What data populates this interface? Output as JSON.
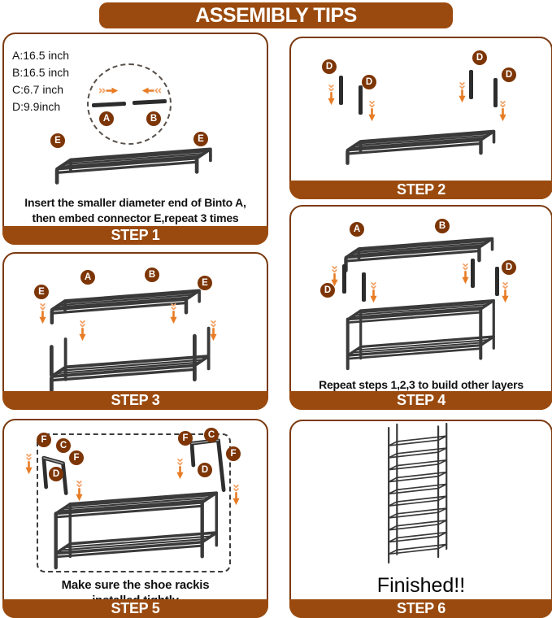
{
  "title": "ASSEMIBLY TIPS",
  "colors": {
    "bar_brown": "#9a4a0e",
    "border_brown": "#7b3a10",
    "badge_brown": "#7d3506",
    "arrow_orange": "#e87c25"
  },
  "letters": {
    "a": "A",
    "b": "B",
    "c": "C",
    "d": "D",
    "e": "E",
    "f": "F"
  },
  "dims": {
    "a": "A:16.5 inch",
    "b": "B:16.5 inch",
    "c": "C:6.7 inch",
    "d": "D:9.9inch"
  },
  "steps": {
    "step1": {
      "label": "STEP 1",
      "cap1": "Insert the smaller diameter end of Binto A,",
      "cap2": "then embed connector E,repeat 3 times"
    },
    "step2": {
      "label": "STEP 2"
    },
    "step3": {
      "label": "STEP 3"
    },
    "step4": {
      "label": "STEP 4",
      "cap": "Repeat steps 1,2,3 to build other layers"
    },
    "step5": {
      "label": "STEP 5",
      "cap1": "Make sure the shoe rackis",
      "cap2": "installed tightly"
    },
    "step6": {
      "label": "STEP 6",
      "cap": "Finished!!"
    }
  }
}
